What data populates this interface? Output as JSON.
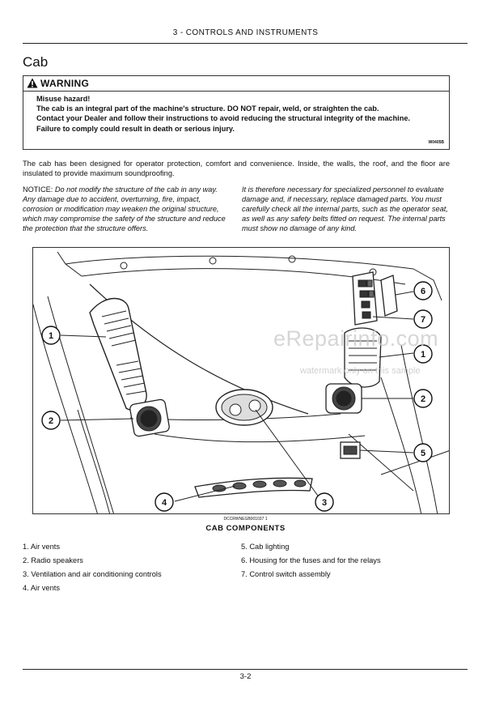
{
  "header": {
    "title": "3 - CONTROLS AND INSTRUMENTS"
  },
  "section": {
    "title": "Cab"
  },
  "warning": {
    "label": "WARNING",
    "icon": "warning-triangle-icon",
    "line1": "Misuse hazard!",
    "line2": "The cab is an integral part of the machine's structure.  DO NOT repair, weld, or straighten the cab.",
    "line3": "Contact your Dealer and follow their instructions to avoid reducing the structural integrity of the machine.",
    "line4": "Failure to comply could result in death or serious injury.",
    "code": "W0405B"
  },
  "intro": "The cab has been designed for operator protection, comfort and convenience.  Inside, the walls, the roof, and the floor are insulated to provide maximum soundproofing.",
  "notice": {
    "label": "NOTICE:",
    "left_text": "Do not modify the structure of the cab in any way. Any damage due to accident, overturning, fire, impact, corrosion or modification may weaken the original structure, which may compromise the safety of the structure and reduce the protection that the structure offers.",
    "right_text": "It is therefore necessary for specialized personnel to evaluate damage and, if necessary, replace damaged parts. You must carefully check all the internal parts, such as the operator seat, as well as any safety belts fitted on request. The internal parts must show no damage of any kind."
  },
  "figure": {
    "callouts": [
      "1",
      "2",
      "3",
      "4",
      "1",
      "2",
      "5",
      "6",
      "7"
    ],
    "code": "DCCRWNEGB001037   1",
    "caption": "CAB COMPONENTS"
  },
  "legend": {
    "left": [
      "1.  Air vents",
      "2.  Radio speakers",
      "3.  Ventilation and air conditioning controls",
      "4.  Air vents"
    ],
    "right": [
      "5.  Cab lighting",
      "6.  Housing for the fuses and for the relays",
      "7.  Control switch assembly"
    ]
  },
  "watermark": {
    "brand": "eRepairinfo.com",
    "sub": "watermark only on this sample"
  },
  "footer": {
    "page": "3-2"
  }
}
